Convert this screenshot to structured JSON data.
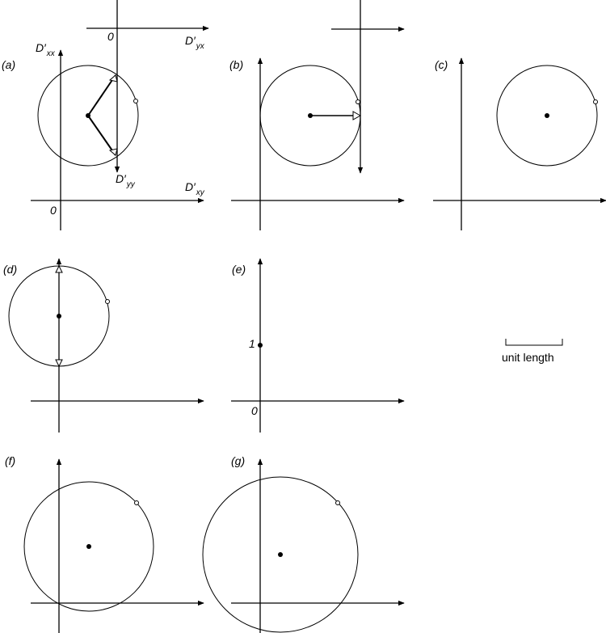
{
  "panels": {
    "a": {
      "label": "(a)"
    },
    "b": {
      "label": "(b)"
    },
    "c": {
      "label": "(c)"
    },
    "d": {
      "label": "(d)"
    },
    "e": {
      "label": "(e)",
      "tick_one": "1",
      "origin": "0"
    },
    "f": {
      "label": "(f)"
    },
    "g": {
      "label": "(g)"
    }
  },
  "axes_a": {
    "origin_lower": "0",
    "origin_upper": "0",
    "dxx_main": "D′",
    "dxx_sub": "xx",
    "dxy_main": "D′",
    "dxy_sub": "xy",
    "dyx_main": "D′",
    "dyx_sub": "yx",
    "dyy_main": "D′",
    "dyy_sub": "yy"
  },
  "scale_bar": {
    "label": "unit length"
  }
}
